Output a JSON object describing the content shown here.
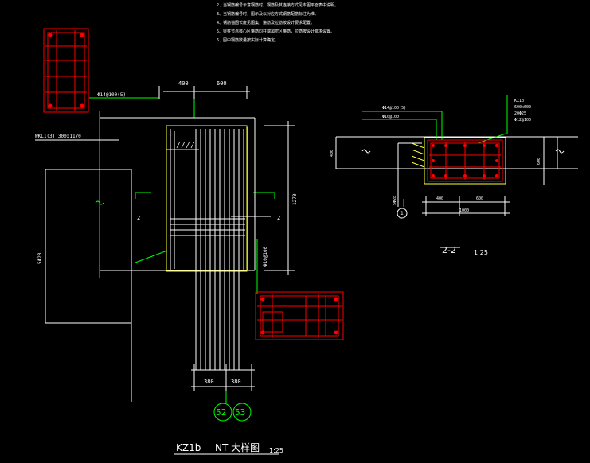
{
  "notes": [
    "2、当钢筋编号示意钢筋时，钢筋及其连接方式见本图平面表中说明。",
    "3、当钢筋编号时，图示及以对应方式钢筋配筋标注为准。",
    "4、钢筋锚固长度见图集，箍筋及拉筋按设计要求配置。",
    "5、梁柱节点核心区箍筋同柱端加密区箍筋，拉筋按设计要求设置。",
    "6、图中钢筋数量按实际计算确定。"
  ],
  "main_detail": {
    "dim_top_left": "400",
    "dim_top_right": "600",
    "dim_right_vertical": "1270",
    "dim_bottom_left": "380",
    "dim_bottom_right": "380",
    "beam_label": "WKL1(3) 300x1170",
    "stirrup_label": "Φ14@100(5)",
    "side_label": "5Φ28",
    "tie_label": "Φ10@100",
    "section_mark_left": "2",
    "section_mark_right": "2",
    "axis_1": "52",
    "axis_2": "53"
  },
  "section_2_2": {
    "label_stirrup": "Φ14@100(5)",
    "label_tie": "Φ10@100",
    "column_name": "KZ1b",
    "column_spec_1": "600x600",
    "column_spec_2": "20Φ25",
    "column_spec_3": "Φ12@100",
    "dim_left_height": "400",
    "dim_right_height": "600",
    "dim_bottom_left": "400",
    "dim_bottom_right": "600",
    "dim_bottom_total": "1000",
    "side_bars": "5Φ28",
    "circle_mark": "1",
    "title": "2-2",
    "scale": "1:25"
  },
  "drawing_title": {
    "name": "KZ1b",
    "sub": "NT 大样图",
    "scale": "1:25"
  },
  "colors": {
    "background": "#000000",
    "line_white": "#ffffff",
    "line_yellow": "#ffff33",
    "line_green": "#00ff00",
    "line_red": "#ff0000",
    "text_white": "#ffffff"
  }
}
